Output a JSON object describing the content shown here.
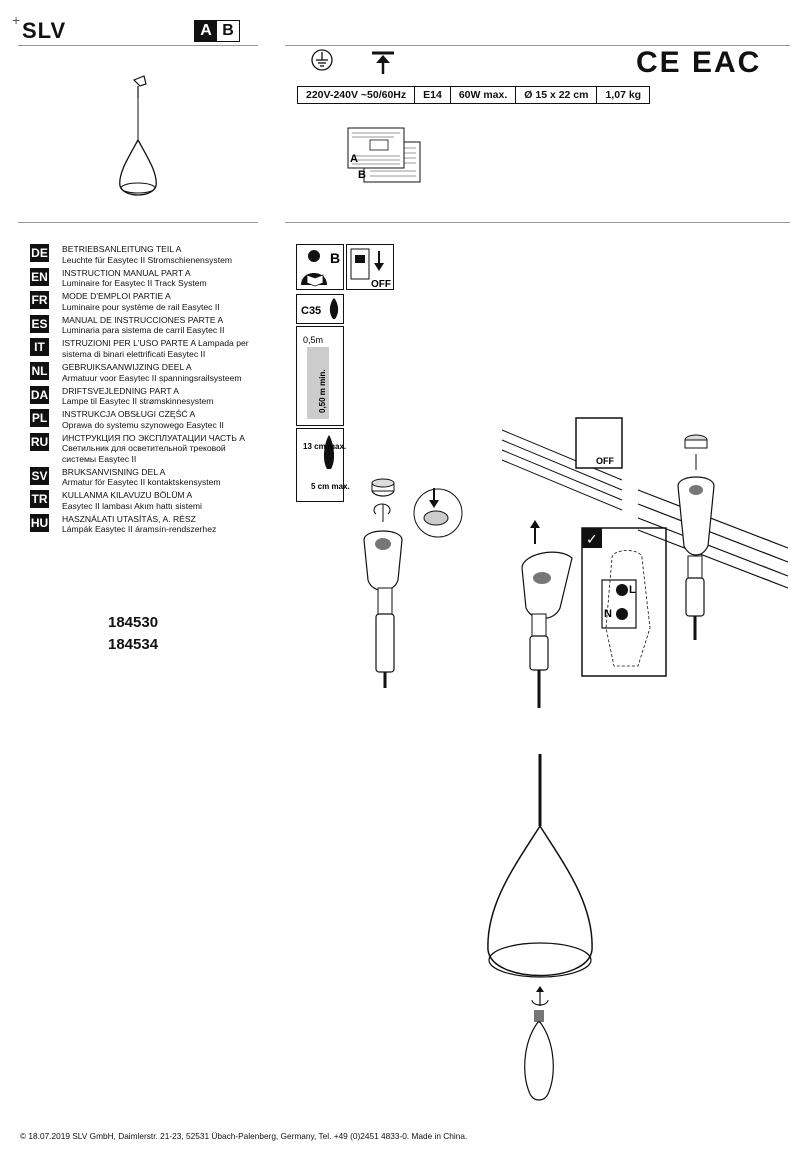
{
  "header": {
    "brand": "SLV",
    "part_a": "A",
    "part_b": "B"
  },
  "specs": {
    "voltage": "220V-240V ~50/60Hz",
    "socket": "E14",
    "power": "60W max.",
    "dimensions": "Ø 15 x 22 cm",
    "weight": "1,07 kg",
    "cert_mark": "CE EAC"
  },
  "doc_icon": {
    "label_a": "A",
    "label_b": "B"
  },
  "safety": {
    "off_label": "OFF",
    "b_label": "B",
    "bulb_type": "C35",
    "distance": "0,5m",
    "min_distance": "0,50 m min.",
    "length_max": "13 cm max.",
    "width_max": "5 cm max."
  },
  "languages": [
    {
      "code": "DE",
      "title": "BETRIEBSANLEITUNG TEIL A",
      "subtitle": "Leuchte für Easytec II Stromschienensystem"
    },
    {
      "code": "EN",
      "title": "INSTRUCTION MANUAL PART A",
      "subtitle": "Luminaire for Easytec II Track System"
    },
    {
      "code": "FR",
      "title": "MODE D'EMPLOI PARTIE A",
      "subtitle": "Luminaire pour système de rail Easytec II"
    },
    {
      "code": "ES",
      "title": "MANUAL DE INSTRUCCIONES PARTE A",
      "subtitle": "Luminaria para sistema de carril Easytec II"
    },
    {
      "code": "IT",
      "title": "ISTRUZIONI PER L'USO PARTE A  Lampada per",
      "subtitle": "sistema di binari elettrificati Easytec II"
    },
    {
      "code": "NL",
      "title": "GEBRUIKSAANWIJZING DEEL A",
      "subtitle": "Armatuur voor Easytec II spanningsrailsysteem"
    },
    {
      "code": "DA",
      "title": "DRIFTSVEJLEDNING PART A",
      "subtitle": "Lampe til Easytec II strømskinnesystem"
    },
    {
      "code": "PL",
      "title": "INSTRUKCJA OBSŁUGI CZĘŚĆ A",
      "subtitle": "Oprawa do systemu szynowego Easytec II"
    },
    {
      "code": "RU",
      "title": "ИНСТРУКЦИЯ ПО ЭКСПЛУАТАЦИИ ЧАСТЬ А",
      "subtitle": "Светильник для осветительной трековой системы Easytec II"
    },
    {
      "code": "SV",
      "title": "BRUKSANVISNING DEL A",
      "subtitle": "Armatur för Easytec II kontaktskensystem"
    },
    {
      "code": "TR",
      "title": "KULLANMA KILAVUZU BÖLÜM A",
      "subtitle": "Easytec II lambası Akım hattı sistemi"
    },
    {
      "code": "HU",
      "title": "HASZNÁLATI UTASÍTÁS, A. RÉSZ",
      "subtitle": "Lámpák Easytec II áramsín-rendszerhez"
    }
  ],
  "article_numbers": [
    "184530",
    "184534"
  ],
  "wiring": {
    "live": "L",
    "neutral": "N",
    "check": "✓"
  },
  "footer": "© 18.07.2019 SLV GmbH, Daimlerstr. 21-23, 52531 Übach-Palenberg, Germany, Tel. +49 (0)2451 4833-0. Made in China."
}
